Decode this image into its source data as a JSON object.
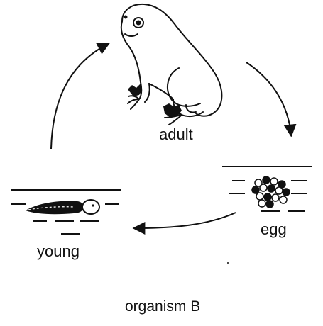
{
  "diagram": {
    "stages": {
      "adult": "adult",
      "egg": "egg",
      "young": "young"
    },
    "caption": "organism B",
    "ink_color": "#111111"
  }
}
